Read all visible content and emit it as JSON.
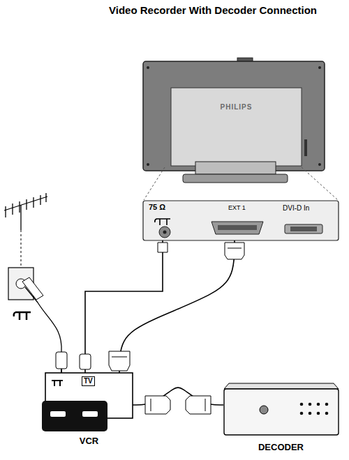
{
  "diagram": {
    "title": "Video Recorder With Decoder Connection",
    "nodes": [
      {
        "text": [
          "PHILIPS"
        ]
      },
      {
        "text": [
          "75 Ω",
          "EXT 1",
          "DVI-D In"
        ]
      },
      {
        "text": [
          "TV",
          "VCR"
        ]
      },
      {
        "text": [
          "DECODER"
        ]
      }
    ],
    "edges": [
      {
        "from": 2,
        "to": 1,
        "arrow": "none"
      },
      {
        "from": 2,
        "to": 1,
        "arrow": "none"
      },
      {
        "from": 2,
        "to": 3,
        "arrow": "none"
      }
    ]
  }
}
